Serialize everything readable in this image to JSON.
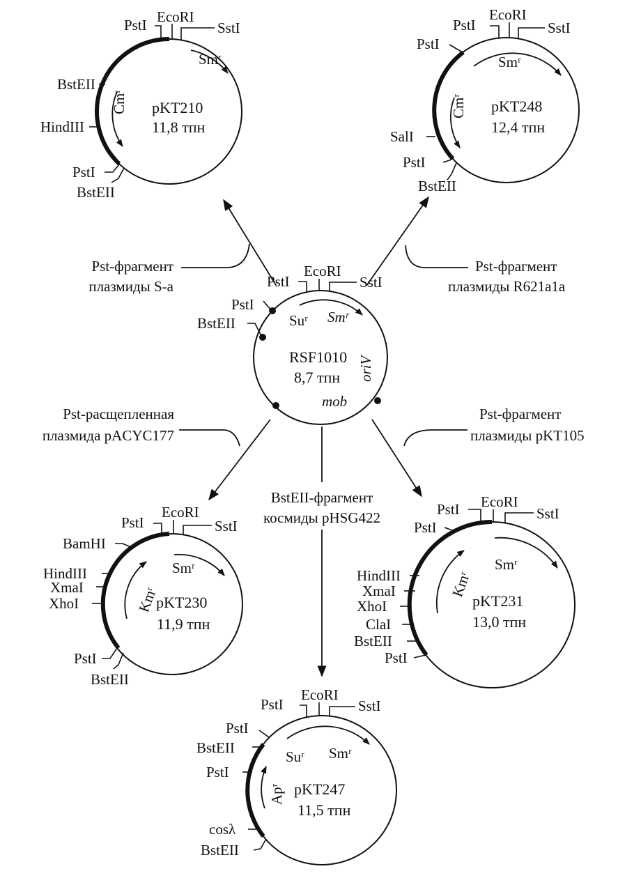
{
  "plasmids": {
    "pkt210": {
      "name": "pKT210",
      "size": "11,8 тпн",
      "genes": {
        "sm": "Smʳ",
        "cm": "Cmʳ"
      },
      "sites": {
        "psti_top": "PstI",
        "ecori": "EcoRI",
        "ssti": "SstI",
        "bsteii_left": "BstEII",
        "hindiii": "HindIII",
        "psti_bottom": "PstI",
        "bsteii_bottom": "BstEII"
      }
    },
    "pkt248": {
      "name": "pKT248",
      "size": "12,4 тпн",
      "genes": {
        "sm": "Smʳ",
        "cm": "Cmʳ"
      },
      "sites": {
        "psti_top": "PstI",
        "ecori": "EcoRI",
        "ssti": "SstI",
        "psti_left": "PstI",
        "sali": "SalI",
        "psti_bottom": "PstI",
        "bsteii_bottom": "BstEII"
      }
    },
    "rsf1010": {
      "name": "RSF1010",
      "size": "8,7 тпн",
      "genes": {
        "su": "Suʳ",
        "sm": "Smʳ",
        "oriv": "oriV",
        "mob": "mob"
      },
      "sites": {
        "psti_top": "PstI",
        "ecori": "EcoRI",
        "ssti": "SstI",
        "psti_left": "PstI",
        "bsteii": "BstEII"
      }
    },
    "pkt230": {
      "name": "pKT230",
      "size": "11,9 тпн",
      "genes": {
        "sm": "Smʳ",
        "km": "Kmʳ"
      },
      "sites": {
        "psti_top": "PstI",
        "ecori": "EcoRI",
        "ssti": "SstI",
        "bamhi": "BamHI",
        "hindiii": "HindIII",
        "xmai": "XmaI",
        "xhoi": "XhoI",
        "psti_bottom": "PstI",
        "bsteii_bottom": "BstEII"
      }
    },
    "pkt231": {
      "name": "pKT231",
      "size": "13,0 тпн",
      "genes": {
        "sm": "Smʳ",
        "km": "Kmʳ"
      },
      "sites": {
        "psti_top": "PstI",
        "ecori": "EcoRI",
        "ssti": "SstI",
        "psti_left": "PstI",
        "hindiii": "HindIII",
        "xmai": "XmaI",
        "xhoi": "XhoI",
        "clai": "ClaI",
        "bsteii": "BstEII",
        "psti_bottom": "PstI"
      }
    },
    "pkt247": {
      "name": "pKT247",
      "size": "11,5 тпн",
      "genes": {
        "su": "Suʳ",
        "sm": "Smʳ",
        "ap": "Apʳ"
      },
      "sites": {
        "psti_top": "PstI",
        "ecori": "EcoRI",
        "ssti": "SstI",
        "psti_left": "PstI",
        "bsteii_top": "BstEII",
        "psti_mid": "PstI",
        "cos": "cosλ",
        "bsteii_bottom": "BstEII"
      }
    }
  },
  "captions": {
    "sa": [
      "Pst-фрагмент",
      "плазмиды S-a"
    ],
    "r621": [
      "Pst-фрагмент",
      "плазмиды R621a1a"
    ],
    "pacyc": [
      "Pst-расщепленная",
      "плазмида pACYC177"
    ],
    "pkt105": [
      "Pst-фрагмент",
      "плазмиды pKT105"
    ],
    "phsg": [
      "BstEII-фрагмент",
      "космиды pHSG422"
    ]
  }
}
